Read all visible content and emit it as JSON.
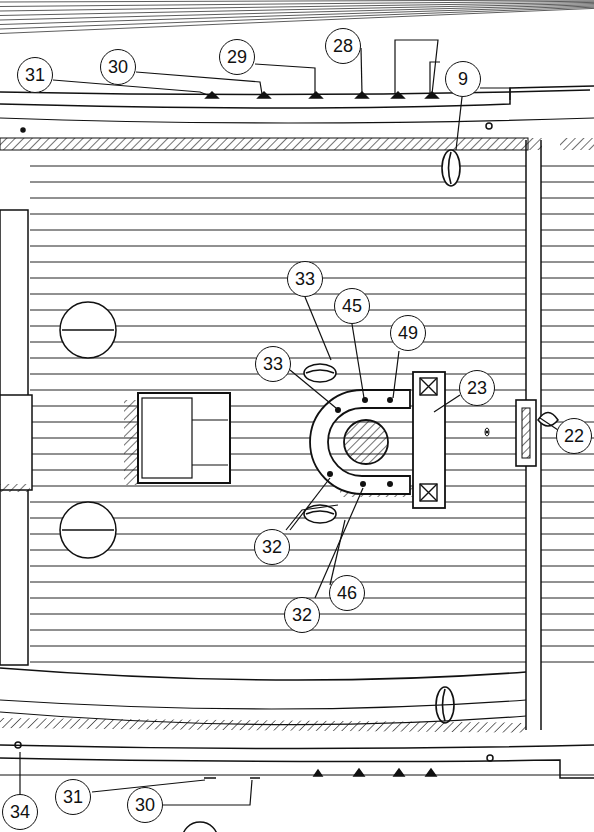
{
  "diagram": {
    "nodes": [
      {
        "text": [
          "31"
        ]
      },
      {
        "text": [
          "30"
        ]
      },
      {
        "text": [
          "29"
        ]
      },
      {
        "text": [
          "28"
        ]
      },
      {
        "text": [
          "9"
        ]
      },
      {
        "text": [
          "33"
        ]
      },
      {
        "text": [
          "45"
        ]
      },
      {
        "text": [
          "49"
        ]
      },
      {
        "text": [
          "33"
        ]
      },
      {
        "text": [
          "23"
        ]
      },
      {
        "text": [
          "22"
        ]
      },
      {
        "text": [
          "32"
        ]
      },
      {
        "text": [
          "46"
        ]
      },
      {
        "text": [
          "32"
        ]
      },
      {
        "text": [
          "34"
        ]
      },
      {
        "text": [
          "31"
        ]
      },
      {
        "text": [
          "30"
        ]
      }
    ]
  }
}
